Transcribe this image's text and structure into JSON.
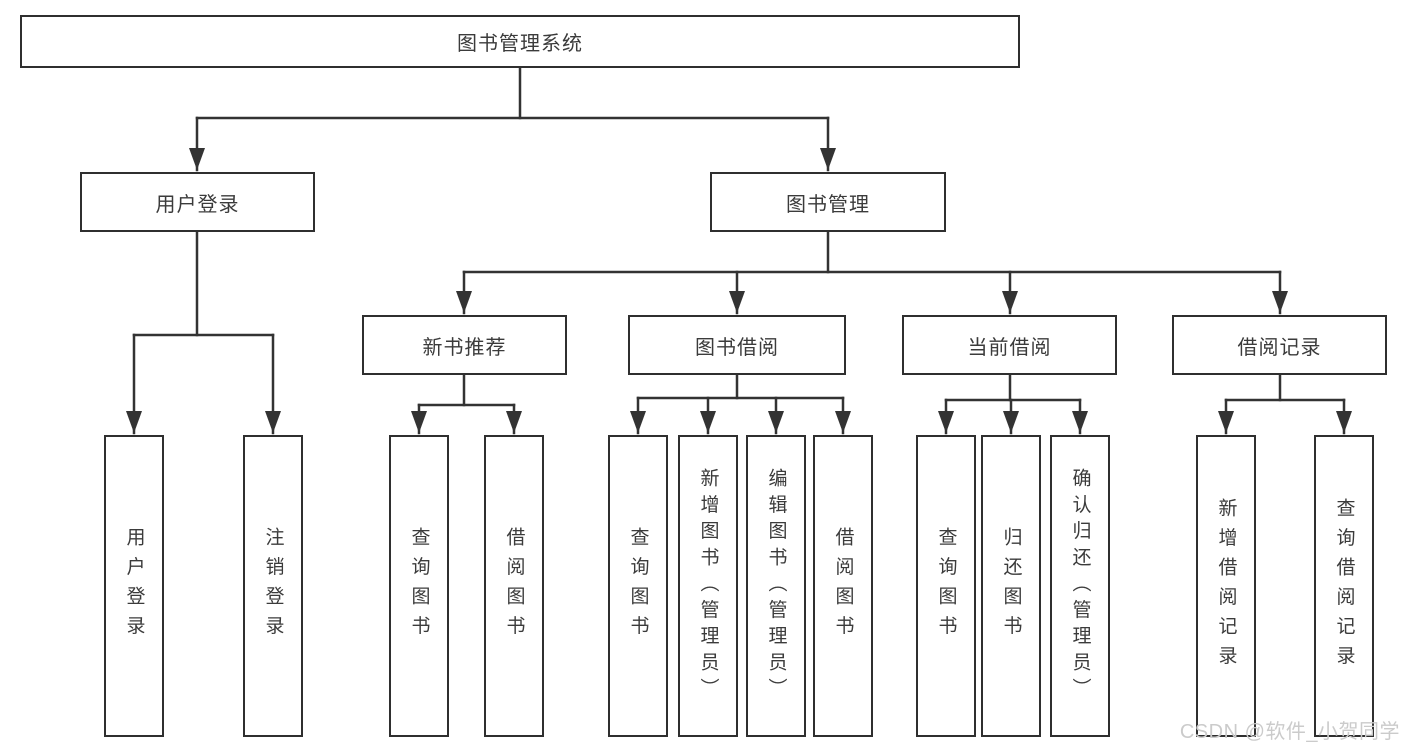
{
  "diagram": {
    "root": "图书管理系统",
    "level2": {
      "user_login": "用户登录",
      "book_management": "图书管理"
    },
    "level3": {
      "new_book_recommend": "新书推荐",
      "book_borrow": "图书借阅",
      "current_borrow": "当前借阅",
      "borrow_records": "借阅记录"
    },
    "leaves": {
      "user_login": "用户登录",
      "logout": "注销登录",
      "query_book_1": "查询图书",
      "borrow_book_1": "借阅图书",
      "query_book_2": "查询图书",
      "add_book_admin": "新增图书（管理员）",
      "edit_book_admin": "编辑图书（管理员）",
      "borrow_book_2": "借阅图书",
      "query_book_3": "查询图书",
      "return_book": "归还图书",
      "confirm_return_admin": "确认归还（管理员）",
      "add_borrow_record": "新增借阅记录",
      "query_borrow_record": "查询借阅记录"
    }
  },
  "watermark": "CSDN @软件_小贺同学",
  "colors": {
    "line": "#333333",
    "box_border": "#2f2f2f",
    "text": "#3b3b3b",
    "watermark": "#cbcbcb",
    "background": "#ffffff"
  }
}
